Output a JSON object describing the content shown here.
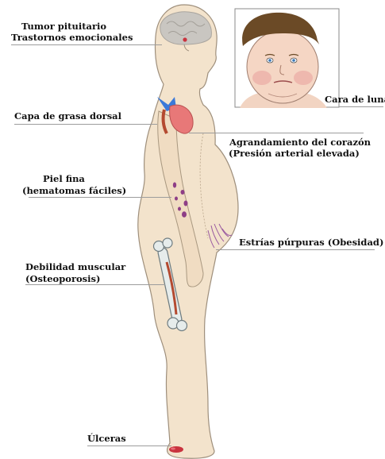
{
  "labels": {
    "pituitary_tumor": "Tumor pituitario",
    "emotional_disorders": "Trastornos emocionales",
    "moon_face": "Cara de luna",
    "dorsal_fat_pad": "Capa de grasa dorsal",
    "heart_enlargement": "Agrandamiento del corazón",
    "high_blood_pressure": "(Presión arterial elevada)",
    "thin_skin": "Piel fina",
    "easy_bruising": "(hematomas fáciles)",
    "purple_striae": "Estrías púrpuras (Obesidad)",
    "muscle_weakness": "Debilidad muscular",
    "osteoporosis": "(Osteoporosis)",
    "ulcers": "Úlceras"
  },
  "colors": {
    "skin": "#f3e3cc",
    "outline": "#9e8f7c",
    "brain": "#c9c6c1",
    "heart": "#e87878",
    "bruise": "#8e3e86",
    "bone": "#e6eceb",
    "muscle": "#b44a30",
    "ulcer": "#c9333e"
  }
}
